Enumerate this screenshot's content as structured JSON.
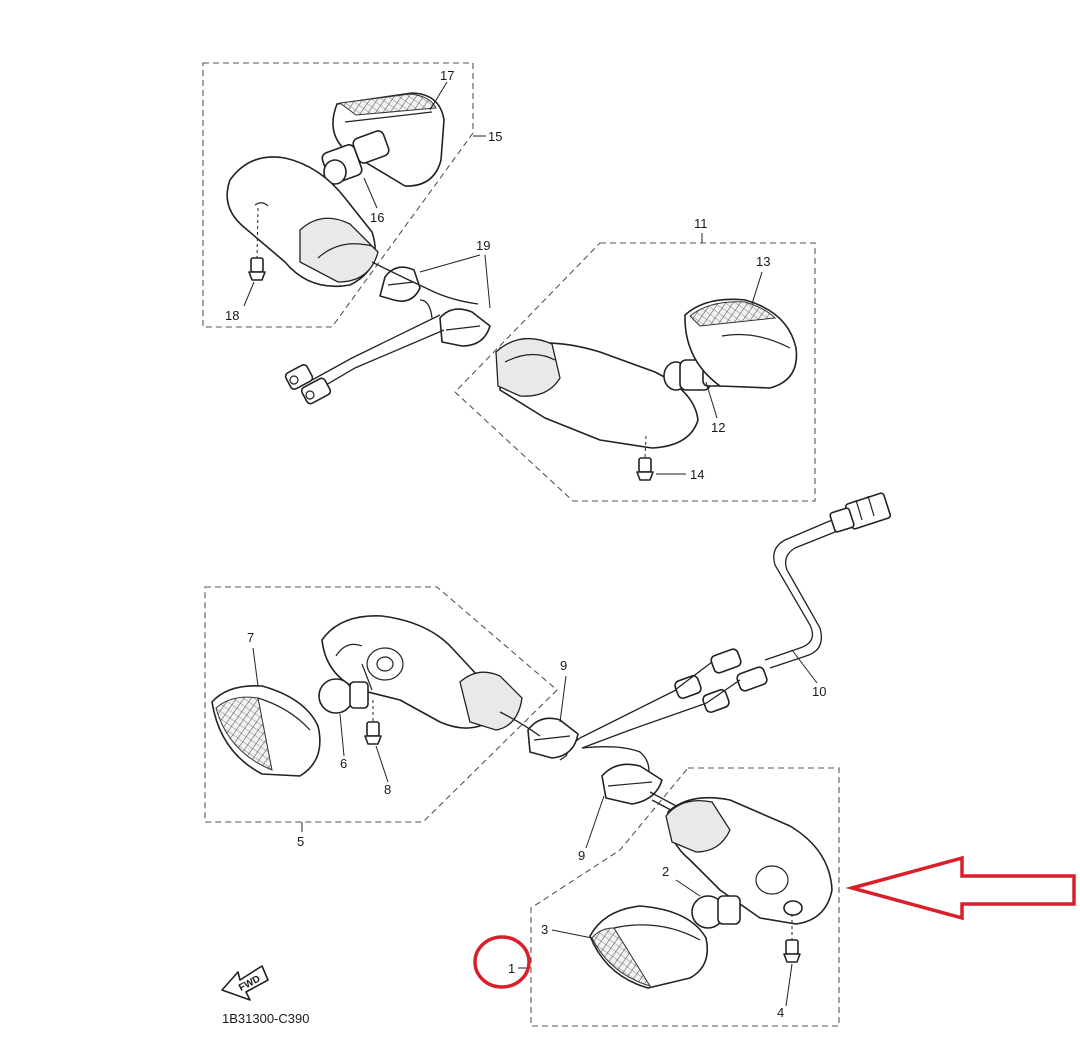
{
  "labels": {
    "p1": "1",
    "p2": "2",
    "p3": "3",
    "p4": "4",
    "p5": "5",
    "p6": "6",
    "p7": "7",
    "p8": "8",
    "p9a": "9",
    "p9b": "9",
    "p10": "10",
    "p11": "11",
    "p12": "12",
    "p13": "13",
    "p14": "14",
    "p15": "15",
    "p16": "16",
    "p17": "17",
    "p18": "18",
    "p19": "19"
  },
  "diagram_code": "1B31300-C390",
  "fwd_label": "FWD",
  "colors": {
    "annotation": "#d9202a",
    "line": "#222222"
  }
}
